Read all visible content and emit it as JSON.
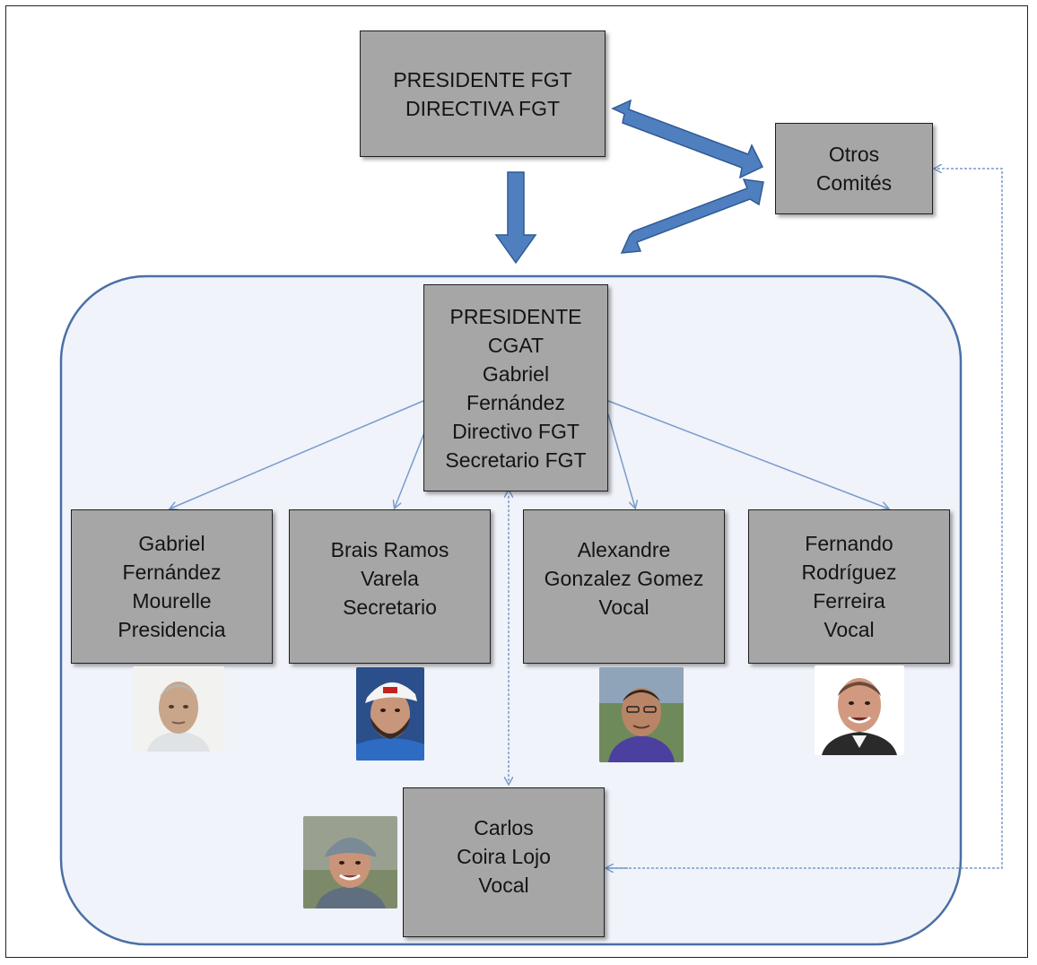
{
  "top_box": {
    "line1": "PRESIDENTE FGT",
    "line2": "DIRECTIVA FGT"
  },
  "otros_box": {
    "line1": "Otros",
    "line2": "Comités"
  },
  "president_box": {
    "lines": [
      "PRESIDENTE",
      "CGAT",
      "Gabriel",
      "Fernández",
      "Directivo FGT",
      "Secretario FGT"
    ]
  },
  "members": [
    {
      "lines": [
        "Gabriel",
        "Fernández",
        "Mourelle",
        "Presidencia"
      ]
    },
    {
      "lines": [
        "Brais Ramos",
        "Varela",
        "Secretario"
      ]
    },
    {
      "lines": [
        "Alexandre",
        "Gonzalez Gomez",
        "Vocal"
      ]
    },
    {
      "lines": [
        "Fernando",
        "Rodríguez",
        "Ferreira",
        "Vocal"
      ]
    }
  ],
  "bottom_box": {
    "lines": [
      "Carlos",
      "Coira Lojo",
      "Vocal"
    ]
  },
  "colors": {
    "box_fill": "#a6a6a6",
    "group_fill": "#f0f3f9",
    "group_border": "#4a6fa5",
    "thick_arrow": "#4f7fbf",
    "thin_arrow": "#7a9ccc"
  }
}
